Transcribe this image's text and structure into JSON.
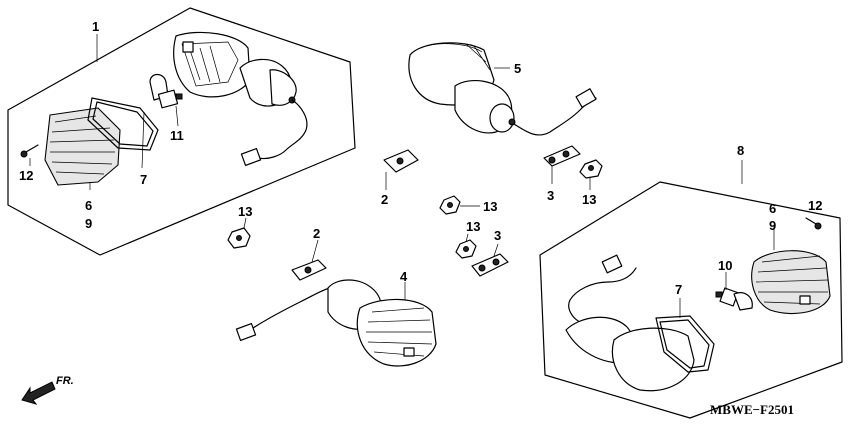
{
  "diagram": {
    "figure_code": "MBWE−F2501",
    "direction_label": "FR.",
    "callouts": {
      "c1": "1",
      "c2a": "2",
      "c2b": "2",
      "c3a": "3",
      "c3b": "3",
      "c4": "4",
      "c5": "5",
      "c6a": "6",
      "c9a": "9",
      "c6b": "6",
      "c9b": "9",
      "c7a": "7",
      "c7b": "7",
      "c8": "8",
      "c10": "10",
      "c11": "11",
      "c12a": "12",
      "c12b": "12",
      "c13a": "13",
      "c13b": "13",
      "c13c": "13",
      "c13d": "13"
    }
  }
}
